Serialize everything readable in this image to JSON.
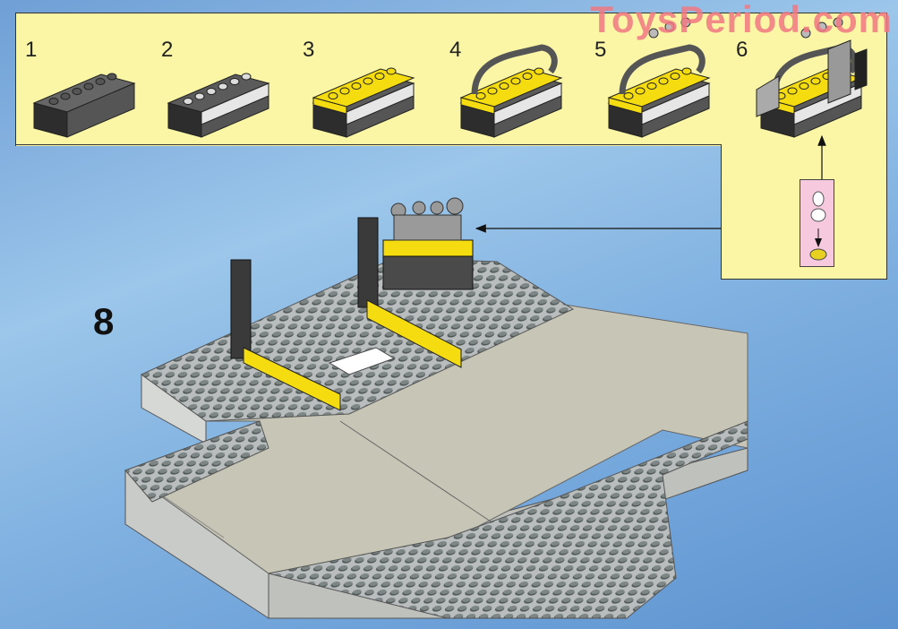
{
  "watermark": "ToysPeriod.com",
  "main_step": "8",
  "substeps": [
    {
      "label": "1"
    },
    {
      "label": "2"
    },
    {
      "label": "3"
    },
    {
      "label": "4"
    },
    {
      "label": "5"
    },
    {
      "label": "6"
    }
  ],
  "colors": {
    "panel": "#fbf6a6",
    "brick_yellow": "#f5dc10",
    "brick_gray": "#5a5a5a",
    "plate_gray": "#b8bcbc",
    "callout_pink": "#f6c9df"
  }
}
